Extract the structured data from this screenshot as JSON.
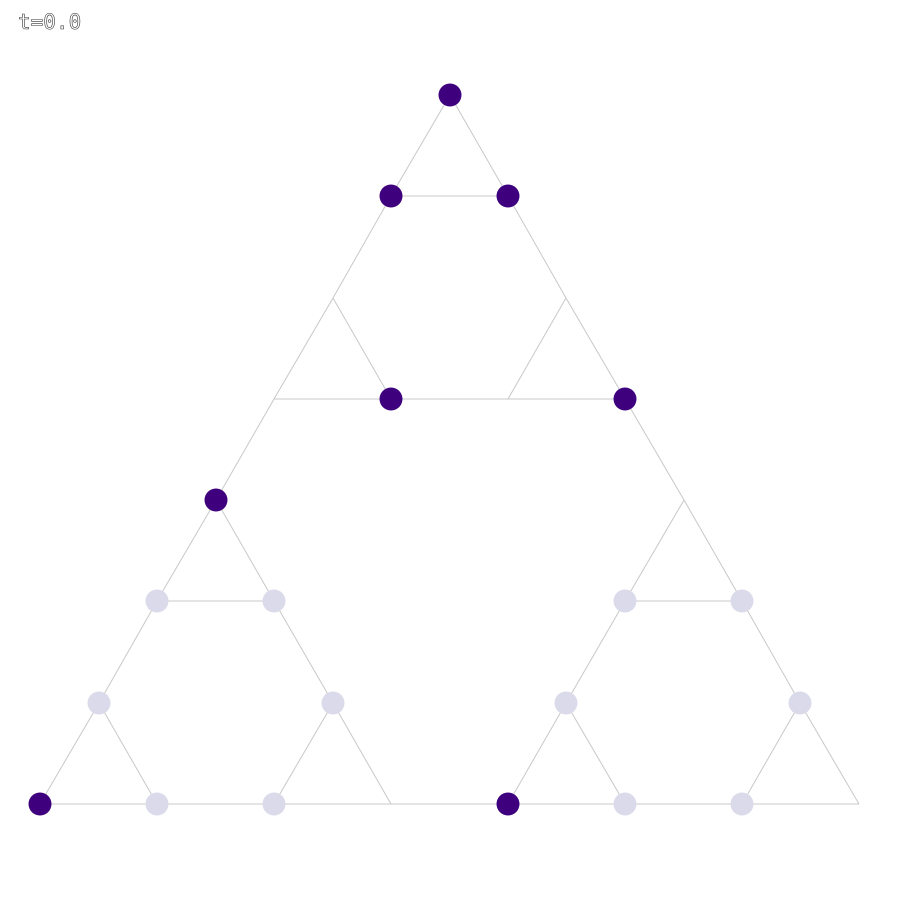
{
  "time_label": "t=0.0",
  "colors": {
    "edge": "#c8c8c8",
    "node_active": "#3f007d",
    "node_inactive": "#dadaea"
  },
  "graph": {
    "description_levels": 3,
    "active_nodes": [
      "apex",
      "top-left",
      "top-right",
      "mid-center",
      "mid-right",
      "left-upper",
      "bottom-left-corner",
      "bottom-center"
    ],
    "inactive_nodes": [
      "ll-top-left",
      "ll-top-right",
      "ll-mid-left",
      "ll-mid-right",
      "ll-bottom-1",
      "ll-bottom-2",
      "lr-top-left",
      "lr-top-right",
      "lr-mid-left",
      "lr-mid-right",
      "lr-bottom-1",
      "lr-bottom-2"
    ]
  }
}
